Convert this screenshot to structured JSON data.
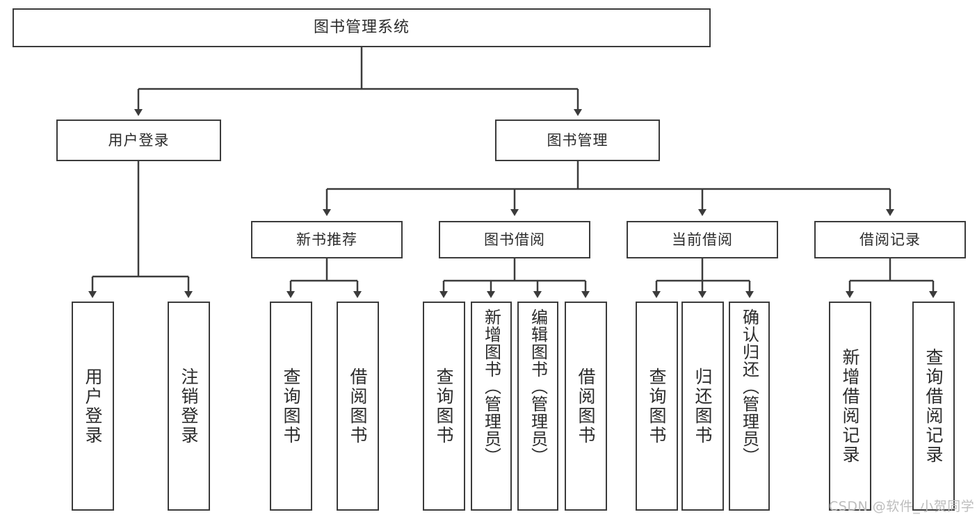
{
  "diagram": {
    "title": "图书管理系统",
    "type": "tree-hierarchy-chart",
    "root": {
      "label": "图书管理系统"
    },
    "level2": [
      {
        "label": "用户登录"
      },
      {
        "label": "图书管理"
      }
    ],
    "level3": [
      {
        "label": "新书推荐"
      },
      {
        "label": "图书借阅"
      },
      {
        "label": "当前借阅"
      },
      {
        "label": "借阅记录"
      }
    ],
    "leaves": {
      "user_login": [
        {
          "label": "用户登录"
        },
        {
          "label": "注销登录"
        }
      ],
      "new_book_recommend": [
        {
          "label": "查询图书"
        },
        {
          "label": "借阅图书"
        }
      ],
      "book_borrow": [
        {
          "label": "查询图书"
        },
        {
          "label": "新增图书（管理员）"
        },
        {
          "label": "编辑图书（管理员）"
        },
        {
          "label": "借阅图书"
        }
      ],
      "current_borrow": [
        {
          "label": "查询图书"
        },
        {
          "label": "归还图书"
        },
        {
          "label": "确认归还（管理员）"
        }
      ],
      "borrow_record": [
        {
          "label": "新增借阅记录"
        },
        {
          "label": "查询借阅记录"
        }
      ]
    }
  },
  "watermark": {
    "text": "CSDN @软件_小贺同学"
  },
  "colors": {
    "stroke": "#3b3b3b",
    "background": "#ffffff",
    "text": "#2b2b2b",
    "watermark": "#bdbdbd"
  }
}
